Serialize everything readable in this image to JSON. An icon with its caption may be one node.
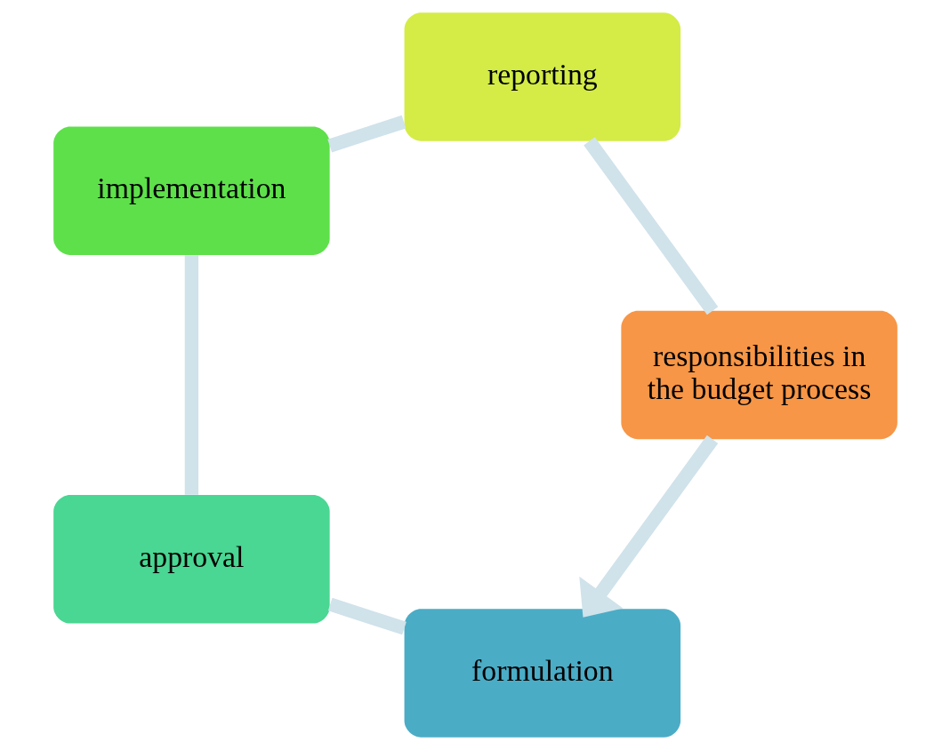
{
  "diagram": {
    "nodes": [
      {
        "text": [
          "formulation"
        ]
      },
      {
        "text": [
          "approval"
        ]
      },
      {
        "text": [
          "implementation"
        ]
      },
      {
        "text": [
          "reporting"
        ]
      },
      {
        "text": [
          "responsibilities in the budget process"
        ]
      }
    ],
    "edges": [
      {
        "from": 0,
        "to": 1,
        "arrow": "none"
      },
      {
        "from": 1,
        "to": 2,
        "arrow": "none"
      },
      {
        "from": 2,
        "to": 3,
        "arrow": "none"
      },
      {
        "from": 3,
        "to": 4,
        "arrow": "none"
      },
      {
        "from": 4,
        "to": 0,
        "arrow": "to"
      }
    ]
  }
}
